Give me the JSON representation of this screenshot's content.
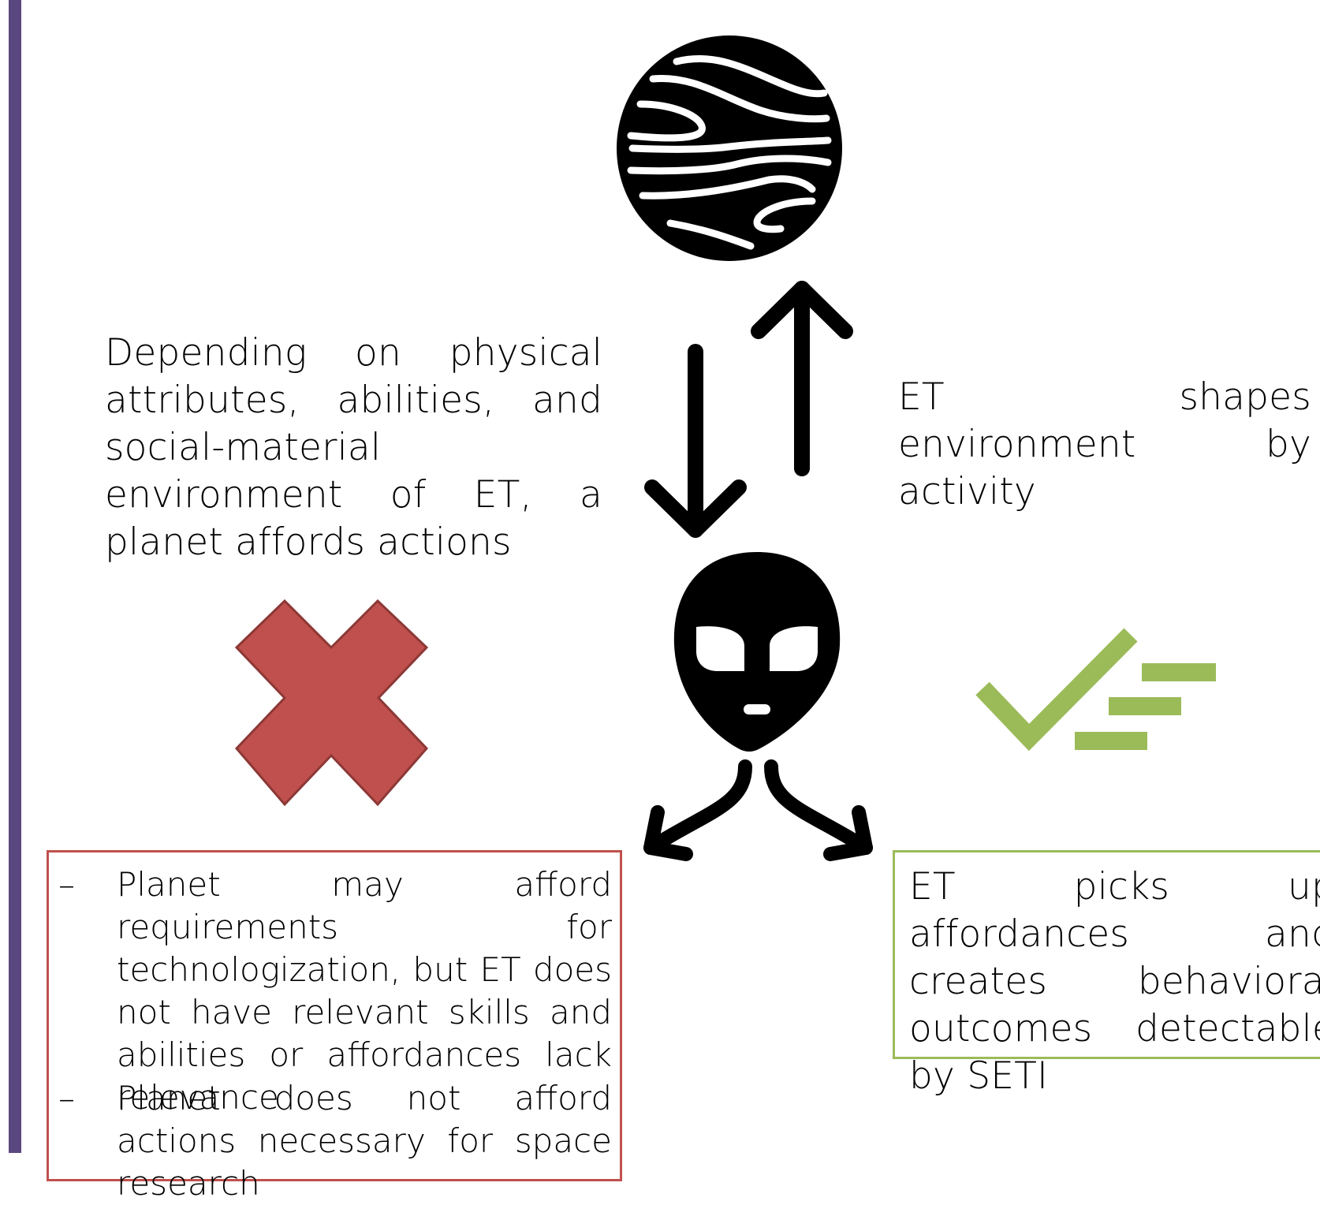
{
  "diagram": {
    "affords_text": "Depending on physical attributes, abilities, and social-material environment of ET, a planet affords actions",
    "shapes_text": "ET shapes environment by activity",
    "failure": {
      "dash": "–",
      "items": [
        "Planet may afford requirements for technologization, but ET does not have relevant skills and abilities or affordances lack relevance",
        "Planet does not afford actions necessary for space research"
      ]
    },
    "success_text": "ET picks up affordances and creates behavioral outcomes detectable by SETI",
    "colors": {
      "accent_bar": "#5b477f",
      "failure": "#c0504d",
      "success": "#9bbb59"
    },
    "icons": [
      "planet-icon",
      "alien-icon",
      "cross-icon",
      "checkmark-icon"
    ]
  }
}
